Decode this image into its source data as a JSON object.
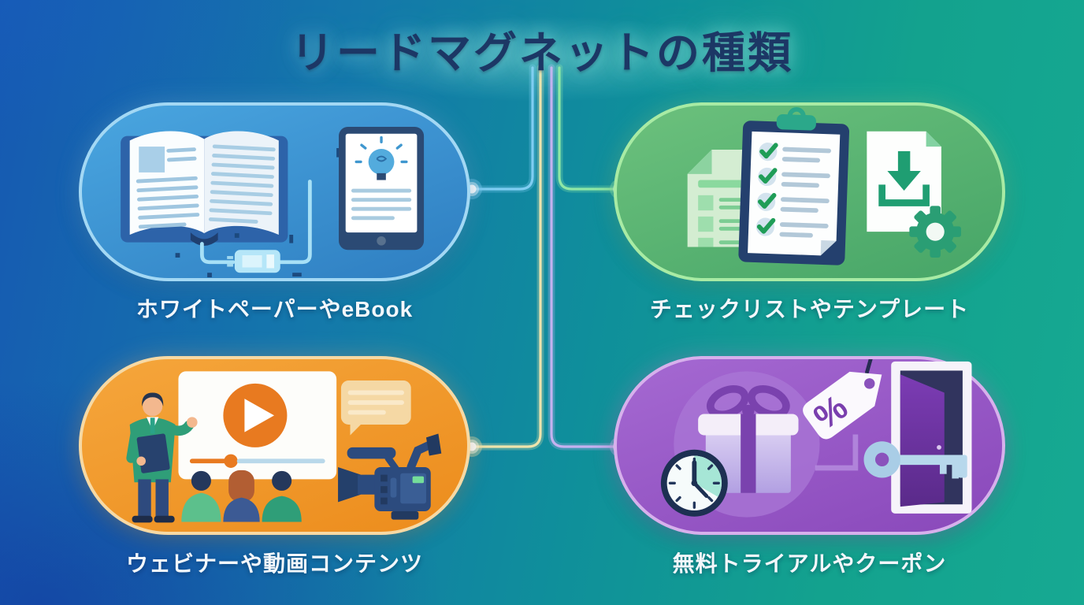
{
  "title": "リードマグネットの種類",
  "title_color": "#1c3765",
  "background": {
    "gradient_left": "#1659b2",
    "gradient_mid": "#0f8f9b",
    "gradient_right": "#16a992"
  },
  "cards": [
    {
      "id": "whitepaper-ebook",
      "label": "ホワイトペーパーやeBook",
      "fill": "#3f9bd6",
      "border": "#a3d8f4",
      "connector_color": "#7fcdf2",
      "icons": [
        "open-book-icon",
        "usb-cable-icon",
        "tablet-lightbulb-icon"
      ]
    },
    {
      "id": "checklist-template",
      "label": "チェックリストやテンプレート",
      "fill": "#57b873",
      "border": "#a8eba4",
      "connector_color": "#8fe8a6",
      "icons": [
        "document-list-icon",
        "checklist-clipboard-icon",
        "download-document-icon",
        "gear-icon"
      ]
    },
    {
      "id": "webinar-video",
      "label": "ウェビナーや動画コンテンツ",
      "fill": "#f0982b",
      "border": "#f7d9a4",
      "connector_color": "#eee4ac",
      "icons": [
        "presenter-icon",
        "video-player-icon",
        "audience-icon",
        "speech-bubble-icon",
        "video-camera-icon"
      ]
    },
    {
      "id": "free-trial-coupon",
      "label": "無料トライアルやクーポン",
      "fill": "#9557c6",
      "border": "#d7b0ec",
      "connector_color": "#c5b2f0",
      "icons": [
        "clock-icon",
        "gift-box-icon",
        "discount-tag-icon",
        "key-icon",
        "open-door-icon"
      ]
    }
  ],
  "discount_tag": {
    "symbol": "%"
  }
}
